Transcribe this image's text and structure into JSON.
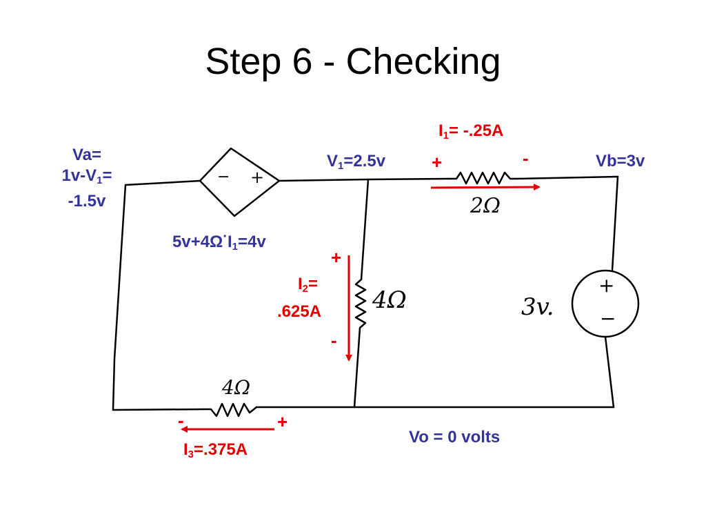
{
  "title": "Step 6 - Checking",
  "labels": {
    "va_line1": "Va=",
    "va_line2a": "1v-V",
    "va_line2_sub": "1",
    "va_line2b": "=",
    "va_line3": "-1.5v",
    "v1_a": "V",
    "v1_sub": "1",
    "v1_b": "=2.5v",
    "vb": "Vb=3v",
    "dep_source_a": "5v+4Ω",
    "dep_source_dot": "·",
    "dep_source_b": "I",
    "dep_source_sub": "1",
    "dep_source_c": "=4v",
    "i1_a": "I",
    "i1_sub": "1",
    "i1_b": "= -.25A",
    "i1_plus": "+",
    "i1_minus": "-",
    "i2_a": "I",
    "i2_sub": "2",
    "i2_b": "=",
    "i2_value": ".625A",
    "i2_plus": "+",
    "i2_minus": "-",
    "i3_a": "I",
    "i3_sub": "3",
    "i3_b": "=.375A",
    "i3_minus": "-",
    "i3_plus": "+",
    "vo": "Vo = 0 volts"
  },
  "handwritten": {
    "r_top": "2Ω",
    "r_mid": "4Ω",
    "r_bottom": "4Ω",
    "source": "3v.",
    "dep_minus": "−",
    "dep_plus": "+",
    "src_plus": "+",
    "src_minus": "−"
  },
  "colors": {
    "title": "#000000",
    "label_blue": "#333399",
    "label_red": "#e00000",
    "wire": "#000000"
  }
}
